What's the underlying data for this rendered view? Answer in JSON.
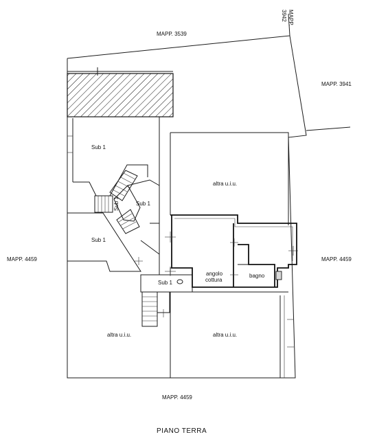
{
  "title": "PIANO  TERRA",
  "parcels": {
    "north": "MAPP. 3539",
    "north_corner_line1": "MAPP.",
    "north_corner_line2": "3942",
    "northeast": "MAPP. 3941",
    "west": "MAPP. 4459",
    "east": "MAPP. 4459",
    "south": "MAPP. 4459"
  },
  "rooms": {
    "sub1_top": "Sub 1",
    "sub1_stair": "Sub 1",
    "sub1_center": "Sub 1",
    "sub1_left": "Sub 1",
    "sub1_bottom": "Sub 1",
    "altra_top": "altra u.i.u.",
    "altra_bottom_left": "altra u.i.u.",
    "altra_bottom_right": "altra u.i.u.",
    "angolo_line1": "angolo",
    "angolo_line2": "cottura",
    "bagno": "bagno"
  }
}
